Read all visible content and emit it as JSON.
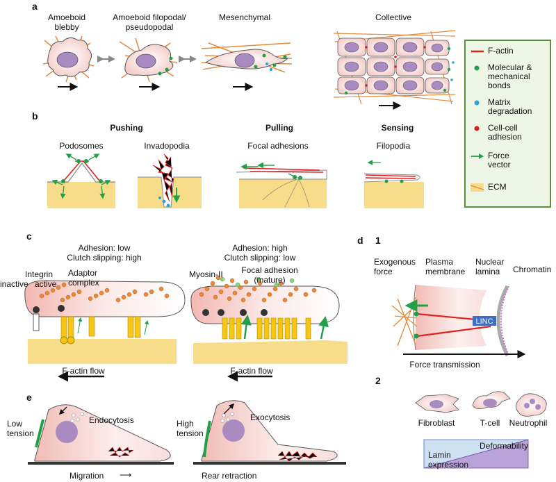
{
  "panel_a": {
    "letter": "a",
    "modes": [
      {
        "label": "Amoeboid blebby"
      },
      {
        "label": "Amoeboid filopodal/ pseudopodal"
      },
      {
        "label": "Mesenchymal"
      },
      {
        "label": "Collective"
      }
    ]
  },
  "panel_b": {
    "letter": "b",
    "categories": [
      "Pushing",
      "Pulling",
      "Sensing"
    ],
    "structures": [
      "Podosomes",
      "Invadopodia",
      "Focal adhesions",
      "Filopodia"
    ]
  },
  "panel_c": {
    "letter": "c",
    "left_state": {
      "line1": "Adhesion: low",
      "line2": "Clutch slipping: high"
    },
    "right_state": {
      "line1": "Adhesion: high",
      "line2": "Clutch slipping: low"
    },
    "labels": {
      "integrin": "Integrin",
      "inactive": "inactive",
      "active": "active",
      "adaptor": "Adaptor complex",
      "myosin": "Myosin-II",
      "focal": "Focal adhesion (mature)"
    },
    "flow_label": "F-actin flow"
  },
  "panel_d": {
    "letter": "d",
    "sub1": "1",
    "sub2": "2",
    "labels": {
      "exogenous": "Exogenous force",
      "plasma": "Plasma membrane",
      "lamina": "Nuclear lamina",
      "chromatin": "Chromatin",
      "linc": "LINC",
      "transmission": "Force transmission"
    },
    "cells": [
      "Fibroblast",
      "T-cell",
      "Neutrophil"
    ],
    "gradient": {
      "top": "Deformability",
      "bottom": "Lamin expression"
    }
  },
  "panel_e": {
    "letter": "e",
    "left": {
      "tension": "Low tension",
      "process": "Endocytosis"
    },
    "right": {
      "tension": "High tension",
      "process": "Exocytosis"
    },
    "migration": "Migration",
    "rear": "Rear retraction"
  },
  "legend": {
    "items": [
      {
        "label": "F-actin",
        "color": "#e02020"
      },
      {
        "label": "Molecular & mechanical bonds",
        "color": "#22a047"
      },
      {
        "label": "Matrix degradation",
        "color": "#29a8e0"
      },
      {
        "label": "Cell-cell adhesion",
        "color": "#d81b1b"
      },
      {
        "label": "Force vector",
        "color": "#22a047"
      },
      {
        "label": "ECM",
        "color": "#f7dc8a"
      }
    ]
  },
  "colors": {
    "cell_fill": "#f6d9d6",
    "nucleus": "#a98bc2",
    "ecm": "#f7dc8a",
    "fiber": "#e8883a",
    "bond": "#22a047"
  }
}
